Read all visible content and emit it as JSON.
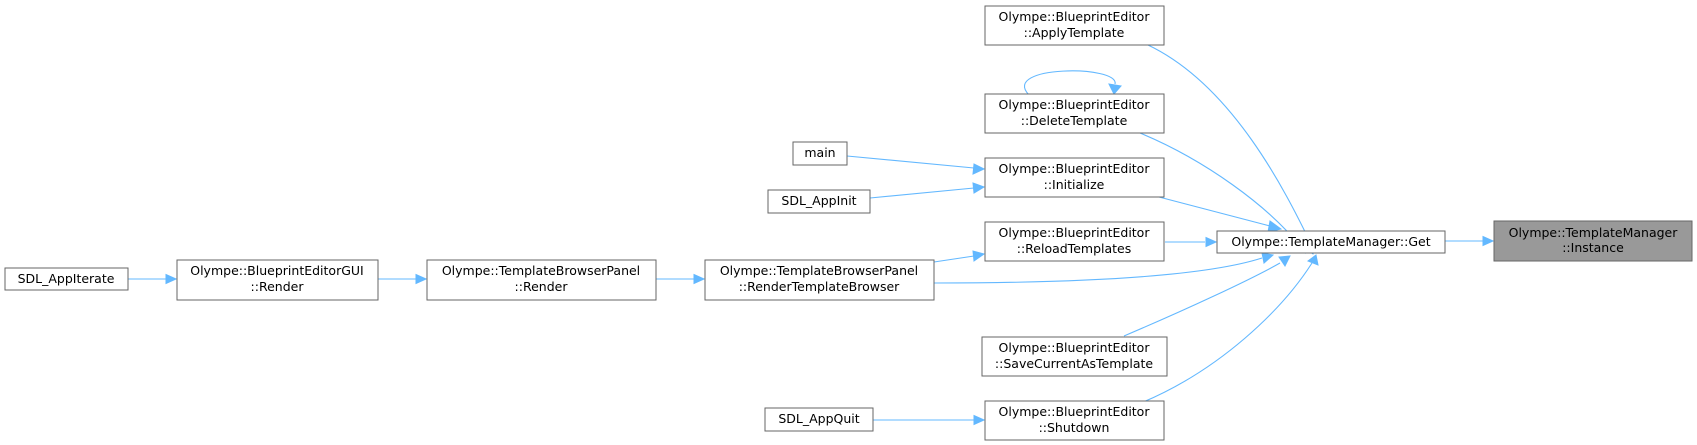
{
  "diagram": {
    "type": "call-graph",
    "nodes": {
      "instance": {
        "lines": [
          "Olympe::TemplateManager",
          "::Instance"
        ],
        "current": true
      },
      "get": {
        "lines": [
          "Olympe::TemplateManager::Get"
        ]
      },
      "apply": {
        "lines": [
          "Olympe::BlueprintEditor",
          "::ApplyTemplate"
        ]
      },
      "delete": {
        "lines": [
          "Olympe::BlueprintEditor",
          "::DeleteTemplate"
        ]
      },
      "initialize": {
        "lines": [
          "Olympe::BlueprintEditor",
          "::Initialize"
        ]
      },
      "reload": {
        "lines": [
          "Olympe::BlueprintEditor",
          "::ReloadTemplates"
        ]
      },
      "rtb": {
        "lines": [
          "Olympe::TemplateBrowserPanel",
          "::RenderTemplateBrowser"
        ]
      },
      "save": {
        "lines": [
          "Olympe::BlueprintEditor",
          "::SaveCurrentAsTemplate"
        ]
      },
      "shutdown": {
        "lines": [
          "Olympe::BlueprintEditor",
          "::Shutdown"
        ]
      },
      "main": {
        "lines": [
          "main"
        ]
      },
      "appinit": {
        "lines": [
          "SDL_AppInit"
        ]
      },
      "tbp_render": {
        "lines": [
          "Olympe::TemplateBrowserPanel",
          "::Render"
        ]
      },
      "gui_render": {
        "lines": [
          "Olympe::BlueprintEditorGUI",
          "::Render"
        ]
      },
      "appiterate": {
        "lines": [
          "SDL_AppIterate"
        ]
      },
      "appquit": {
        "lines": [
          "SDL_AppQuit"
        ]
      }
    },
    "edges": [
      {
        "from": "get",
        "to": "instance"
      },
      {
        "from": "apply",
        "to": "get"
      },
      {
        "from": "delete",
        "to": "get"
      },
      {
        "from": "delete",
        "to": "delete"
      },
      {
        "from": "initialize",
        "to": "get"
      },
      {
        "from": "reload",
        "to": "get"
      },
      {
        "from": "rtb",
        "to": "get"
      },
      {
        "from": "save",
        "to": "get"
      },
      {
        "from": "shutdown",
        "to": "get"
      },
      {
        "from": "main",
        "to": "initialize"
      },
      {
        "from": "appinit",
        "to": "initialize"
      },
      {
        "from": "rtb",
        "to": "reload"
      },
      {
        "from": "tbp_render",
        "to": "rtb"
      },
      {
        "from": "gui_render",
        "to": "tbp_render"
      },
      {
        "from": "appiterate",
        "to": "gui_render"
      },
      {
        "from": "appquit",
        "to": "shutdown"
      }
    ]
  }
}
